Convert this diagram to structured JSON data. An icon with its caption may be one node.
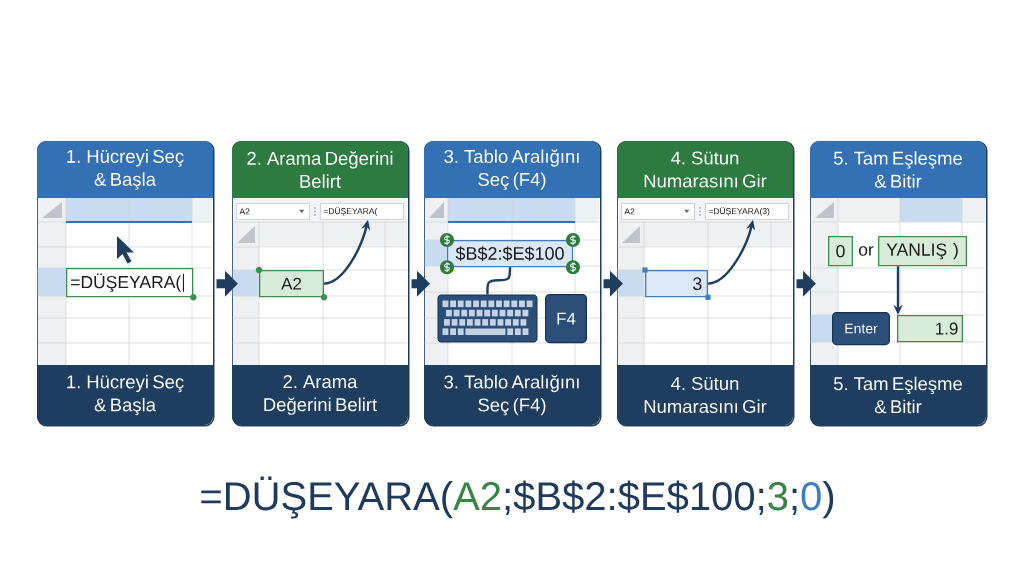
{
  "diagram": {
    "nodes": [
      {
        "text": [
          "1. Hücreyi Seç & Başla",
          "1. Hücreyi Seç & Başla"
        ]
      },
      {
        "text": [
          "=DÜŞEYARA("
        ],
        "in": 0
      },
      {
        "text": [
          "2. Arama Değerini Belirt",
          "2. Arama Değerini Belirt"
        ]
      },
      {
        "text": [
          "A2"
        ],
        "in": 2
      },
      {
        "text": [
          "=DÜŞEYARA("
        ],
        "in": 2
      },
      {
        "text": [
          "A2"
        ],
        "in": 2
      },
      {
        "text": [
          "3. Tablo Aralığını Seç (F4)",
          "3. Tablo Aralığını Seç (F4)"
        ]
      },
      {
        "text": [
          "$B$2:$E$100"
        ],
        "in": 6
      },
      {
        "text": [],
        "shape": "keyboard",
        "in": 6
      },
      {
        "text": [
          "F4"
        ],
        "in": 6
      },
      {
        "text": [
          "4. Sütun Numarasını Gir",
          "4. Sütun Numarasını Gir"
        ]
      },
      {
        "text": [
          "A2"
        ],
        "in": 10
      },
      {
        "text": [
          "=DÜŞEYARA(3)"
        ],
        "in": 10
      },
      {
        "text": [
          "3"
        ],
        "in": 10
      },
      {
        "text": [
          "5. Tam Eşleşme & Bitir",
          "5. Tam Eşleşme & Bitir"
        ]
      },
      {
        "text": [
          "0"
        ],
        "in": 14
      },
      {
        "text": [
          "YANLIŞ )"
        ],
        "in": 14
      },
      {
        "text": [
          "Enter"
        ],
        "in": 14
      },
      {
        "text": [
          "1.9"
        ],
        "in": 14
      }
    ],
    "edges": [
      {
        "from": 0,
        "to": 2,
        "arrow": "to",
        "style": "thick"
      },
      {
        "from": 2,
        "to": 6,
        "arrow": "to",
        "style": "thick"
      },
      {
        "from": 6,
        "to": 10,
        "arrow": "to",
        "style": "thick"
      },
      {
        "from": 10,
        "to": 14,
        "arrow": "to",
        "style": "thick"
      },
      {
        "from": 5,
        "to": 4,
        "arrow": "to"
      },
      {
        "from": 13,
        "to": 12,
        "arrow": "to"
      },
      {
        "from": 7,
        "to": 8,
        "arrow": "none"
      },
      {
        "from": 16,
        "to": 18,
        "arrow": "to"
      }
    ],
    "labels": [
      "or",
      "=DÜŞEYARA(A2;$B$2:$E$100;3;0)"
    ]
  }
}
